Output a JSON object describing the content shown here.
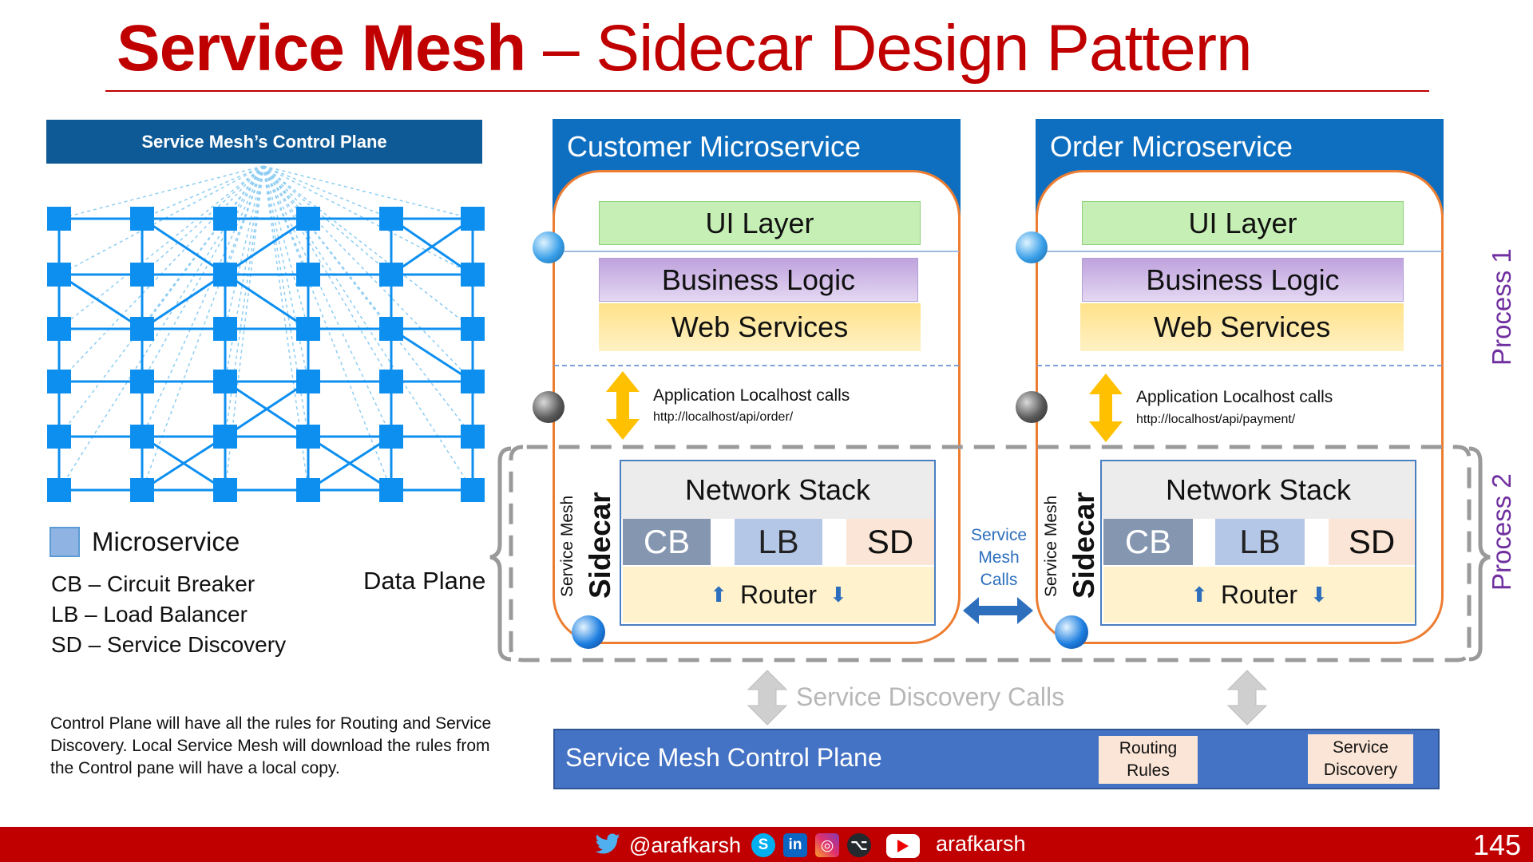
{
  "slide": {
    "title_bold": "Service Mesh",
    "title_light": "– Sidecar Design Pattern",
    "page_number": "145"
  },
  "control_plane_diagram": {
    "banner": "Service Mesh’s Control Plane",
    "data_plane_label": "Data Plane"
  },
  "legend": {
    "microservice": "Microservice",
    "cb": "CB – Circuit Breaker",
    "lb": "LB – Load Balancer",
    "sd": "SD – Service Discovery"
  },
  "note": "Control Plane will have all the rules for Routing and Service Discovery. Local Service Mesh will download the rules from the Control pane will have a local copy.",
  "customer": {
    "header": "Customer Microservice",
    "ui_layer": "UI Layer",
    "business_logic": "Business Logic",
    "web_services": "Web Services",
    "call_label": "Application Localhost calls",
    "call_url": "http://localhost/api/order/",
    "service_mesh": "Service Mesh",
    "sidecar": "Sidecar",
    "network_stack": "Network Stack",
    "cb": "CB",
    "lb": "LB",
    "sd": "SD",
    "router": "Router"
  },
  "order": {
    "header": "Order Microservice",
    "ui_layer": "UI Layer",
    "business_logic": "Business Logic",
    "web_services": "Web Services",
    "call_label": "Application Localhost calls",
    "call_url": "http://localhost/api/payment/",
    "service_mesh": "Service Mesh",
    "sidecar": "Sidecar",
    "network_stack": "Network Stack",
    "cb": "CB",
    "lb": "LB",
    "sd": "SD",
    "router": "Router"
  },
  "mesh": {
    "calls_line1": "Service",
    "calls_line2": "Mesh",
    "calls_line3": "Calls",
    "discovery_calls": "Service Discovery Calls",
    "process1": "Process 1",
    "process2": "Process 2"
  },
  "control_plane_bar": {
    "label": "Service Mesh Control Plane",
    "routing_rules_line1": "Routing",
    "routing_rules_line2": "Rules",
    "service_discovery_line1": "Service",
    "service_discovery_line2": "Discovery"
  },
  "footer": {
    "twitter_handle": "@arafkarsh",
    "youtube_handle": "arafkarsh"
  },
  "colors": {
    "title_red": "#c00000",
    "brand_blue": "#0e6fc0",
    "sidecar_orange": "#ed7d31",
    "grid_blue": "#0d8ff0",
    "process_purple": "#7030a0"
  },
  "icons": [
    "globe-icon",
    "server-sphere-icon",
    "twitter-icon",
    "skype-icon",
    "linkedin-icon",
    "instagram-icon",
    "github-icon",
    "youtube-icon"
  ]
}
